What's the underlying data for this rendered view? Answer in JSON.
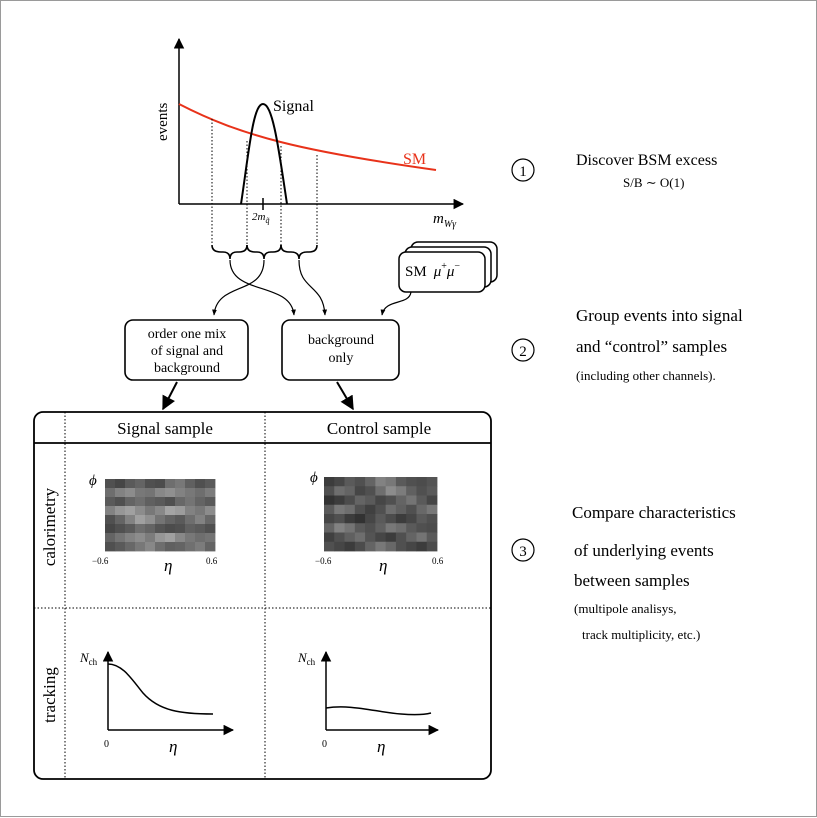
{
  "plot": {
    "y_label": "events",
    "x_label_main": "m",
    "x_label_sub": "Wγ",
    "signal_label": "Signal",
    "sm_label": "SM",
    "mass_tick_main": "2m",
    "mass_tick_sub": "q̃",
    "colors": {
      "sm_curve": "#e8321a",
      "signal_curve": "#000000"
    }
  },
  "sm_stack_label": {
    "prefix": "SM",
    "main": "μ",
    "sup1": "+",
    "mid": "μ",
    "sup2": "−"
  },
  "box_mix": {
    "line1": "order one mix",
    "line2": "of signal and",
    "line3": "background"
  },
  "box_bg": {
    "line1": "background",
    "line2": "only"
  },
  "table": {
    "col_signal": "Signal sample",
    "col_control": "Control sample",
    "row_calorimetry": "calorimetry",
    "row_tracking": "tracking",
    "phi": "ϕ",
    "eta": "η",
    "eta_min": "−0.6",
    "eta_max": "0.6",
    "nch_main": "N",
    "nch_sub": "ch",
    "origin": "0"
  },
  "steps": [
    {
      "num": "1",
      "line1": "Discover BSM excess",
      "line2": "S/B ∼ O(1)"
    },
    {
      "num": "2",
      "line1": "Group events into signal",
      "line2": "and “control” samples",
      "line3": "(including other channels)."
    },
    {
      "num": "3",
      "line1": "Compare characteristics",
      "line2": "of underlying events",
      "line3": "between samples",
      "line4": "(multipole analisys,",
      "line5": "track multiplicity, etc.)"
    }
  ],
  "heatmap_signal": [
    [
      0.3,
      0.25,
      0.35,
      0.4,
      0.3,
      0.28,
      0.45,
      0.5,
      0.38,
      0.3,
      0.35
    ],
    [
      0.45,
      0.55,
      0.6,
      0.5,
      0.48,
      0.58,
      0.62,
      0.55,
      0.5,
      0.45,
      0.52
    ],
    [
      0.35,
      0.3,
      0.4,
      0.45,
      0.38,
      0.35,
      0.3,
      0.42,
      0.48,
      0.4,
      0.35
    ],
    [
      0.55,
      0.65,
      0.7,
      0.6,
      0.5,
      0.58,
      0.72,
      0.68,
      0.55,
      0.5,
      0.6
    ],
    [
      0.3,
      0.4,
      0.55,
      0.7,
      0.62,
      0.48,
      0.4,
      0.35,
      0.45,
      0.55,
      0.42
    ],
    [
      0.25,
      0.3,
      0.35,
      0.45,
      0.4,
      0.32,
      0.28,
      0.3,
      0.38,
      0.35,
      0.3
    ],
    [
      0.4,
      0.48,
      0.55,
      0.6,
      0.52,
      0.65,
      0.7,
      0.58,
      0.5,
      0.45,
      0.48
    ],
    [
      0.3,
      0.35,
      0.42,
      0.5,
      0.58,
      0.45,
      0.38,
      0.4,
      0.46,
      0.52,
      0.4
    ]
  ],
  "heatmap_control": [
    [
      0.2,
      0.25,
      0.35,
      0.3,
      0.4,
      0.55,
      0.5,
      0.35,
      0.3,
      0.28,
      0.32
    ],
    [
      0.3,
      0.45,
      0.4,
      0.25,
      0.3,
      0.45,
      0.6,
      0.52,
      0.38,
      0.3,
      0.35
    ],
    [
      0.15,
      0.2,
      0.28,
      0.4,
      0.35,
      0.25,
      0.3,
      0.4,
      0.48,
      0.35,
      0.25
    ],
    [
      0.35,
      0.5,
      0.45,
      0.3,
      0.22,
      0.3,
      0.45,
      0.38,
      0.3,
      0.42,
      0.5
    ],
    [
      0.25,
      0.3,
      0.2,
      0.15,
      0.25,
      0.35,
      0.28,
      0.2,
      0.25,
      0.35,
      0.3
    ],
    [
      0.4,
      0.55,
      0.48,
      0.35,
      0.3,
      0.38,
      0.5,
      0.45,
      0.35,
      0.3,
      0.28
    ],
    [
      0.22,
      0.3,
      0.38,
      0.45,
      0.32,
      0.25,
      0.2,
      0.3,
      0.4,
      0.48,
      0.35
    ],
    [
      0.3,
      0.25,
      0.2,
      0.28,
      0.4,
      0.5,
      0.42,
      0.3,
      0.25,
      0.2,
      0.28
    ]
  ]
}
